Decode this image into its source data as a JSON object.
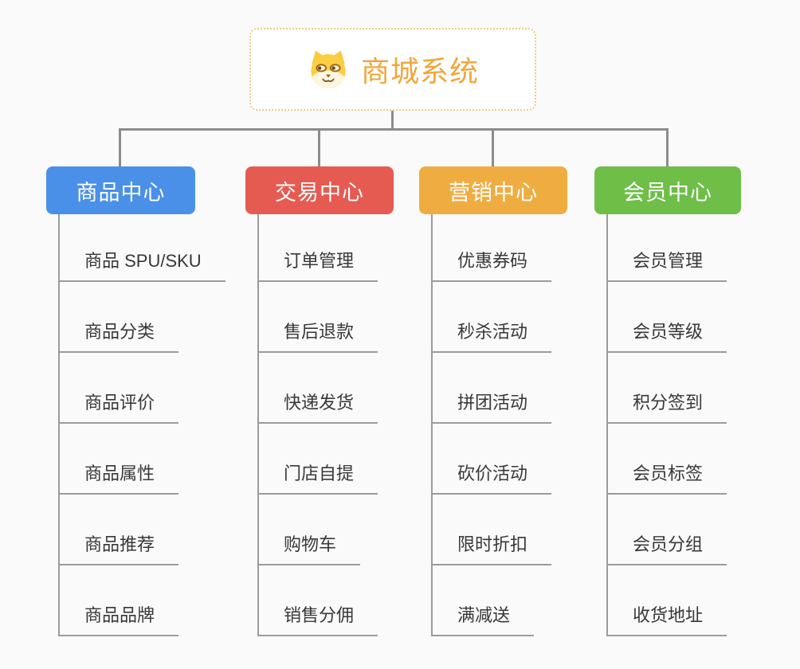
{
  "root": {
    "title": "商城系统",
    "icon": "shiba-dog-icon"
  },
  "branches": [
    {
      "label": "商品中心",
      "color": "#4A90E8",
      "items": [
        "商品 SPU/SKU",
        "商品分类",
        "商品评价",
        "商品属性",
        "商品推荐",
        "商品品牌"
      ]
    },
    {
      "label": "交易中心",
      "color": "#E55B52",
      "items": [
        "订单管理",
        "售后退款",
        "快递发货",
        "门店自提",
        "购物车",
        "销售分佣"
      ]
    },
    {
      "label": "营销中心",
      "color": "#EFAD41",
      "items": [
        "优惠券码",
        "秒杀活动",
        "拼团活动",
        "砍价活动",
        "限时折扣",
        "满减送"
      ]
    },
    {
      "label": "会员中心",
      "color": "#6EBE47",
      "items": [
        "会员管理",
        "会员等级",
        "积分签到",
        "会员标签",
        "会员分组",
        "收货地址"
      ]
    }
  ],
  "style": {
    "background": "#FAFAFA",
    "connector_color": "#8C8C8C",
    "underline_color": "#9B9B9B",
    "item_text_color": "#383838",
    "root_accent": "#F0A63C",
    "root_border": "#F3C87E"
  }
}
